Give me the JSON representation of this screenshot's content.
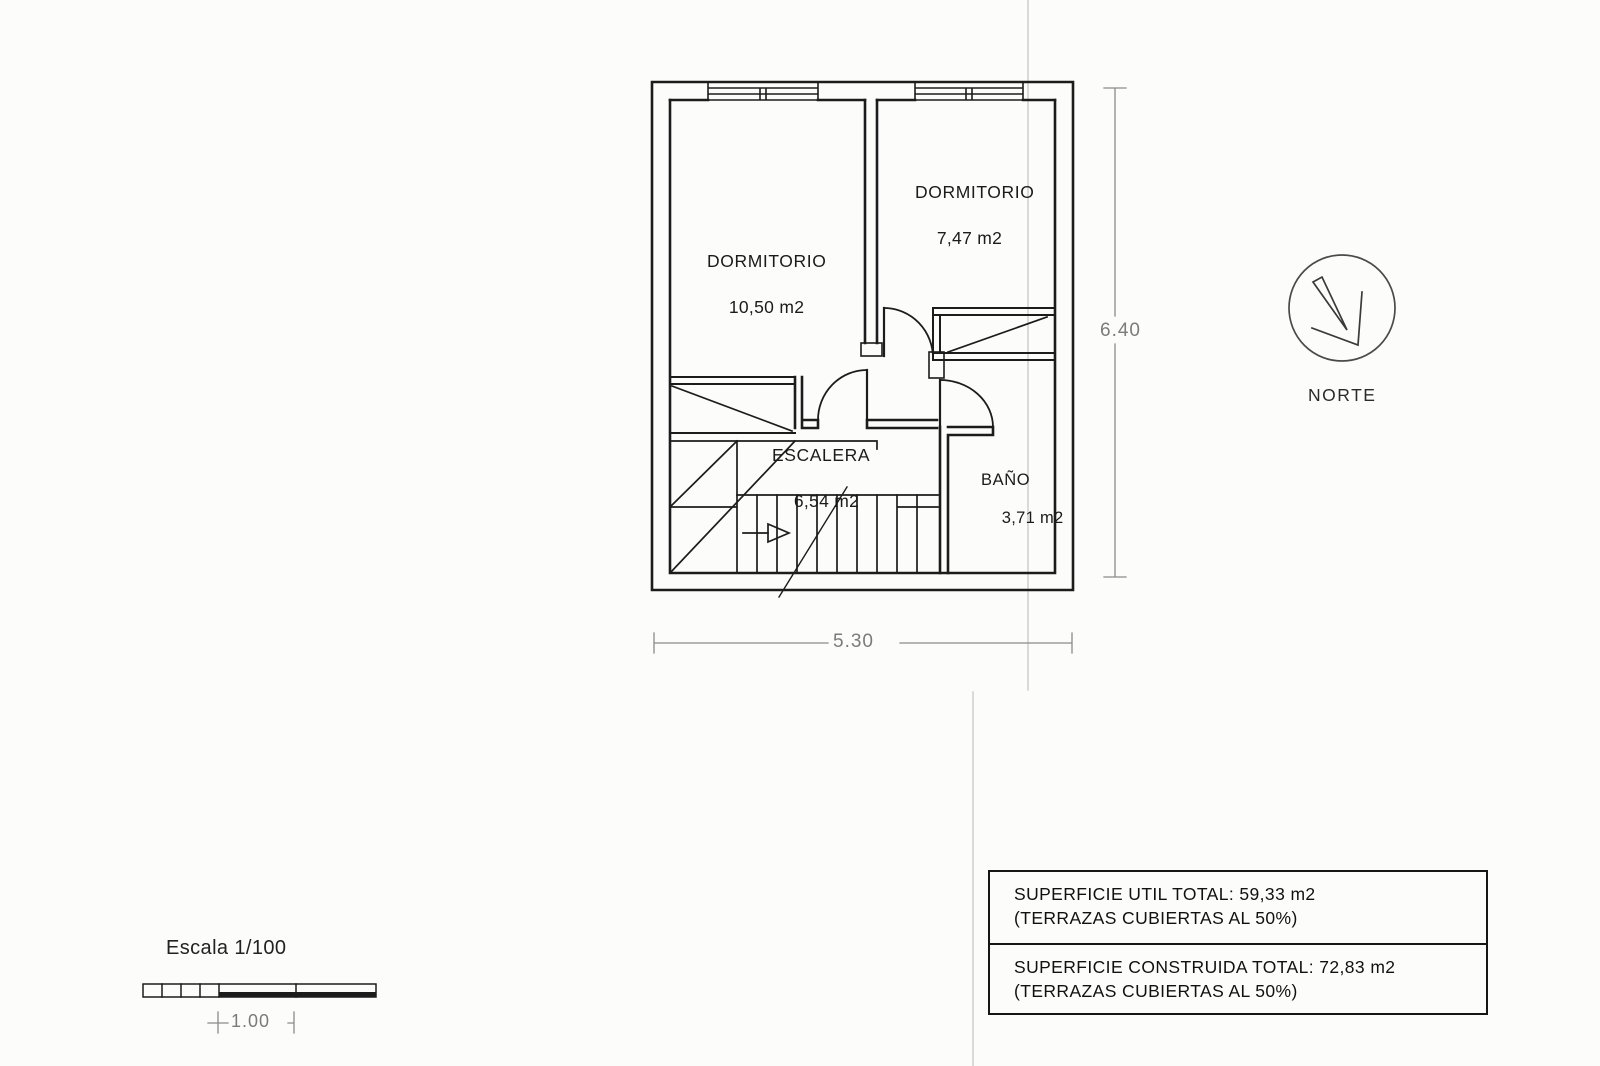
{
  "plan": {
    "rooms": [
      {
        "id": "dormitorio-left",
        "name": "DORMITORIO",
        "area": "10,50 m2"
      },
      {
        "id": "dormitorio-right",
        "name": "DORMITORIO",
        "area": "7,47 m2"
      },
      {
        "id": "escalera",
        "name": "ESCALERA",
        "area": "6,54 m2"
      },
      {
        "id": "bano",
        "name": "BAÑO",
        "area": "3,71 m2"
      }
    ],
    "dimensions": {
      "vertical": "6.40",
      "horizontal": "5.30"
    }
  },
  "north": {
    "label": "NORTE"
  },
  "scale": {
    "label": "Escala 1/100",
    "bar_value": "1.00"
  },
  "summary": {
    "rows": [
      {
        "line1": "SUPERFICIE UTIL TOTAL: 59,33 m2",
        "line2": "(TERRAZAS CUBIERTAS AL 50%)"
      },
      {
        "line1": "SUPERFICIE CONSTRUIDA TOTAL: 72,83 m2",
        "line2": "(TERRAZAS CUBIERTAS AL 50%)"
      }
    ]
  },
  "colors": {
    "ink": "#1c1c1c",
    "dimension": "#8a8a8a",
    "fold_line": "#d2d2d2",
    "paper": "#fcfcfb"
  }
}
